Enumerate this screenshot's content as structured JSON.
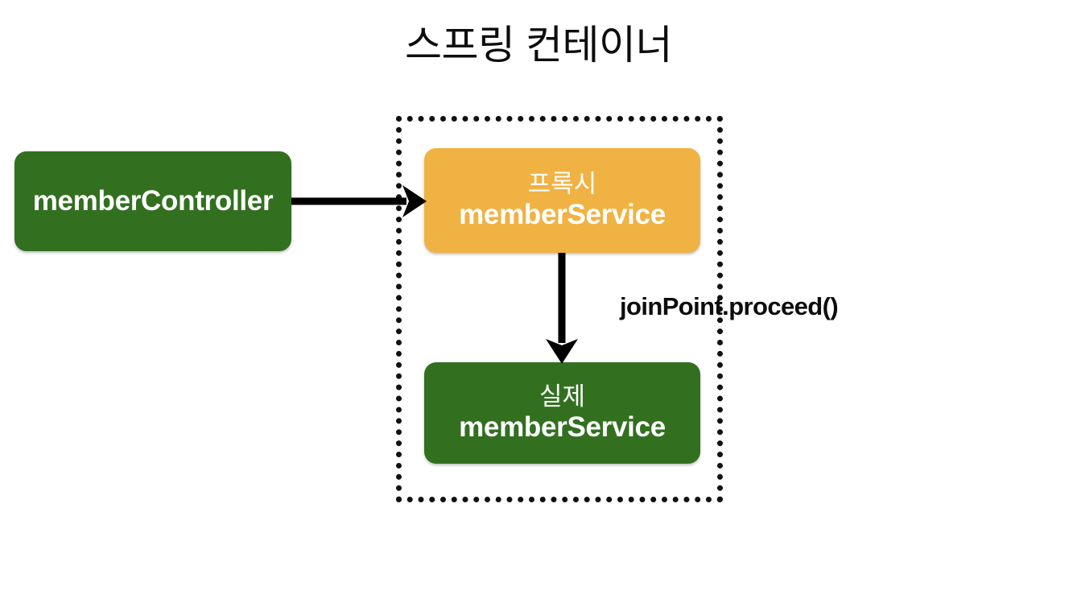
{
  "diagram": {
    "title": "스프링 컨테이너",
    "background_color": "#ffffff",
    "container": {
      "name": "spring-container",
      "border_style": "dotted",
      "border_color": "#111111"
    },
    "nodes": [
      {
        "id": "memberController",
        "sub_label": "",
        "main_label": "memberController",
        "color": "#327020",
        "text_color": "#ffffff"
      },
      {
        "id": "proxyMemberService",
        "sub_label": "프록시",
        "main_label": "memberService",
        "color": "#F0B243",
        "text_color": "#ffffff"
      },
      {
        "id": "realMemberService",
        "sub_label": "실제",
        "main_label": "memberService",
        "color": "#327020",
        "text_color": "#ffffff"
      }
    ],
    "annotations": [
      {
        "id": "joinpoint-proceed",
        "text": "joinPoint.proceed()",
        "color": "#0d0d0d"
      }
    ],
    "edges": [
      {
        "id": "controller-to-proxy",
        "from": "memberController",
        "to": "proxyMemberService",
        "direction": "right",
        "color": "#000000"
      },
      {
        "id": "proxy-to-real",
        "from": "proxyMemberService",
        "to": "realMemberService",
        "direction": "down",
        "color": "#000000"
      }
    ]
  }
}
